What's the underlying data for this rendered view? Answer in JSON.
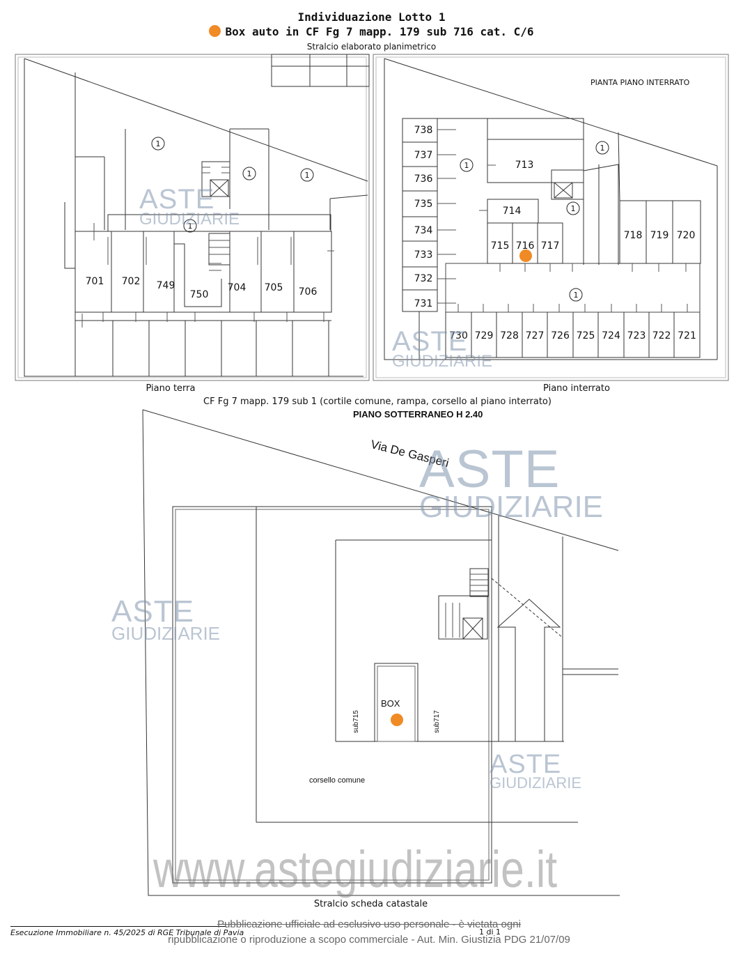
{
  "header": {
    "title": "Individuazione Lotto 1",
    "subtitle": "Box auto in CF Fg 7 mapp. 179 sub 716 cat. C/6",
    "note": "Stralcio elaborato planimetrico"
  },
  "left_plan": {
    "caption": "Piano terra",
    "units": [
      "701",
      "702",
      "749",
      "750",
      "704",
      "705",
      "706"
    ],
    "markers": [
      "1",
      "1",
      "1",
      "1"
    ]
  },
  "right_plan": {
    "caption": "Piano interrato",
    "heading": "PIANTA PIANO INTERRATO",
    "left_column": [
      "738",
      "737",
      "736",
      "735",
      "734",
      "733",
      "732",
      "731"
    ],
    "bottom_row": [
      "730",
      "729",
      "728",
      "727",
      "726",
      "725",
      "724",
      "723",
      "722",
      "721"
    ],
    "middle_row": [
      "715",
      "716",
      "717"
    ],
    "right_group": [
      "718",
      "719",
      "720"
    ],
    "others": [
      "713",
      "714"
    ],
    "markers": [
      "1",
      "1",
      "1",
      "1"
    ],
    "highlight_color": "#f08a24"
  },
  "sub1_caption": "CF Fg 7 mapp. 179 sub 1 (cortile comune, rampa, corsello al piano interrato)",
  "catastale": {
    "heading": "PIANO SOTTERRANEO H 2.40",
    "street": "Via De Gasperi",
    "box_label": "BOX",
    "left_label": "sub715",
    "right_label": "sub717",
    "corridor": "corsello comune",
    "caption": "Stralcio scheda catastale"
  },
  "watermark": {
    "line1": "ASTE",
    "line2": "GIUDIZIARIE",
    "site": "www.astegiudiziarie.it"
  },
  "footer": {
    "left": "Esecuzione Immobiliare n. 45/2025 di RGE Tribunale di Pavia",
    "page": "1 di 1",
    "notice_line1": "Pubblicazione ufficiale ad esclusivo uso personale - è vietata ogni",
    "notice_line2": "ripubblicazione o riproduzione a scopo commerciale - Aut. Min. Giustizia PDG 21/07/09"
  }
}
